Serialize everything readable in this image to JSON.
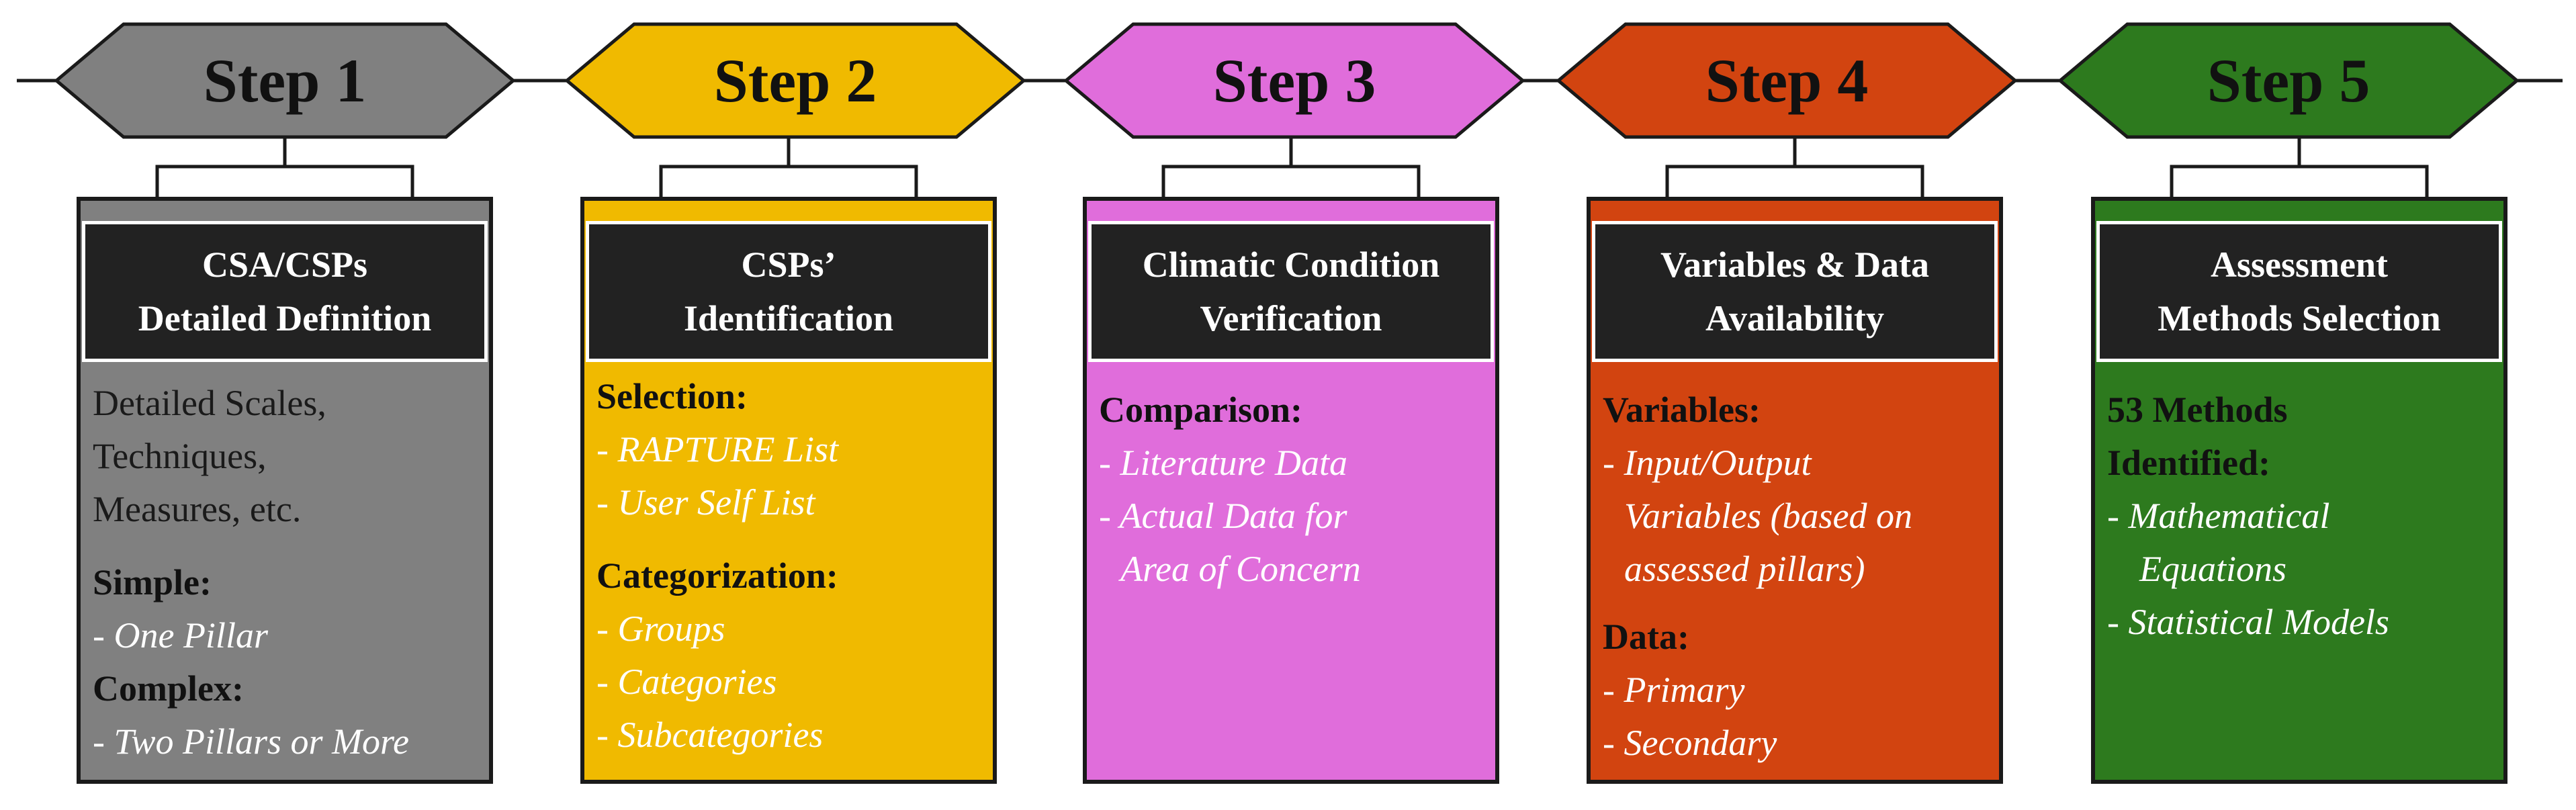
{
  "colors": {
    "step1": "#808080",
    "step2": "#F0BA00",
    "step3": "#E06DDB",
    "step4": "#D24410",
    "step5": "#2D7A1E",
    "header": "#222222",
    "outline": "#1a1a1a"
  },
  "steps": [
    {
      "label": "Step 1",
      "title_lines": [
        "CSA/CSPs",
        "Detailed Definition"
      ],
      "description_lines": [
        "Detailed Scales,",
        "Techniques,",
        "Measures, etc."
      ],
      "simple_heading": "Simple:",
      "simple_item": "- One Pillar",
      "complex_heading": "Complex:",
      "complex_item": "- Two Pillars or More"
    },
    {
      "label": "Step 2",
      "title_lines": [
        "CSPs’",
        "Identification"
      ],
      "selection_heading": "Selection:",
      "selection_items": [
        "- RAPTURE List",
        "- User Self List"
      ],
      "categorization_heading": "Categorization:",
      "categorization_items": [
        "- Groups",
        "- Categories",
        "- Subcategories"
      ]
    },
    {
      "label": "Step 3",
      "title_lines": [
        "Climatic Condition",
        "Verification"
      ],
      "comparison_heading": "Comparison:",
      "comparison_items": [
        "- Literature Data",
        "- Actual Data for"
      ],
      "comparison_continuation": "Area of Concern"
    },
    {
      "label": "Step 4",
      "title_lines": [
        "Variables & Data",
        "Availability"
      ],
      "variables_heading": "Variables:",
      "variables_item": "- Input/Output",
      "variables_continuation": [
        "Variables (based on",
        "assessed pillars)"
      ],
      "data_heading": "Data:",
      "data_items": [
        "- Primary",
        "- Secondary"
      ]
    },
    {
      "label": "Step 5",
      "title_lines": [
        "Assessment",
        "Methods Selection"
      ],
      "methods_headings": [
        "53 Methods",
        "Identified:"
      ],
      "methods_item": "- Mathematical",
      "methods_continuation": "Equations",
      "methods_item2": "- Statistical Models"
    }
  ]
}
